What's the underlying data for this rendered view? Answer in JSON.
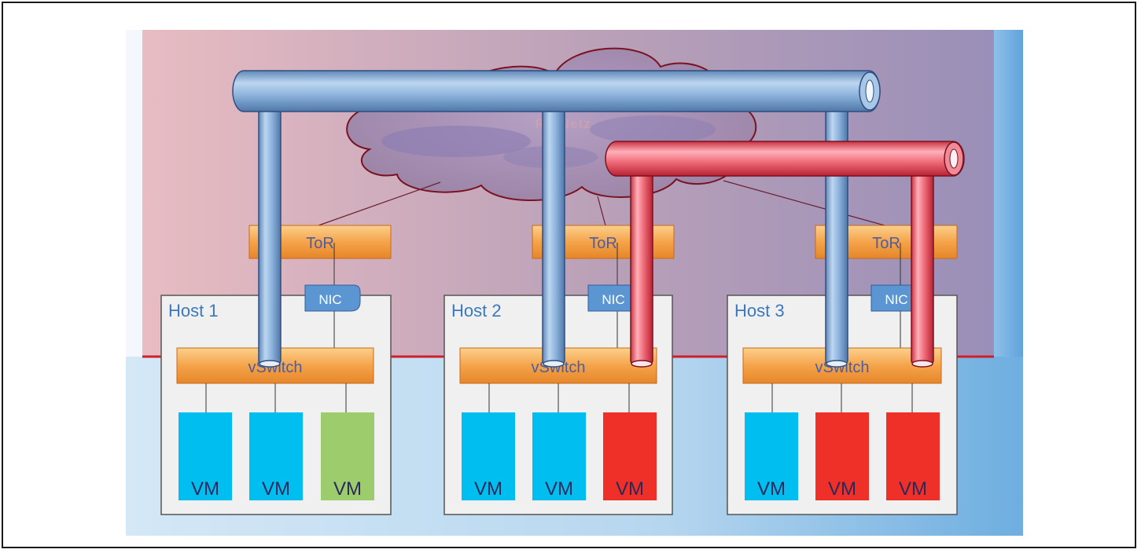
{
  "cloud": {
    "label": "RZ-Netz"
  },
  "tor": [
    {
      "label": "ToR"
    },
    {
      "label": "ToR"
    },
    {
      "label": "ToR"
    }
  ],
  "hosts": [
    {
      "title": "Host 1",
      "nic": "NIC",
      "vswitch": "vSwitch",
      "vms": [
        {
          "label": "VM",
          "color": "cyan"
        },
        {
          "label": "VM",
          "color": "cyan"
        },
        {
          "label": "VM",
          "color": "green"
        }
      ]
    },
    {
      "title": "Host 2",
      "nic": "NIC",
      "vswitch": "vSwitch",
      "vms": [
        {
          "label": "VM",
          "color": "cyan"
        },
        {
          "label": "VM",
          "color": "cyan"
        },
        {
          "label": "VM",
          "color": "red"
        }
      ]
    },
    {
      "title": "Host 3",
      "nic": "NIC",
      "vswitch": "vSwitch",
      "vms": [
        {
          "label": "VM",
          "color": "cyan"
        },
        {
          "label": "VM",
          "color": "red"
        },
        {
          "label": "VM",
          "color": "red"
        }
      ]
    }
  ],
  "overlays": [
    {
      "name": "blue-overlay",
      "color": "#7aa6d6"
    },
    {
      "name": "red-overlay",
      "color": "#e8505e"
    }
  ],
  "colors": {
    "vm_cyan": "#00bff0",
    "vm_green": "#9ccc6c",
    "vm_red": "#ef3028",
    "tor_orange": "#f5a34a",
    "separator_red": "#d21e2a"
  }
}
